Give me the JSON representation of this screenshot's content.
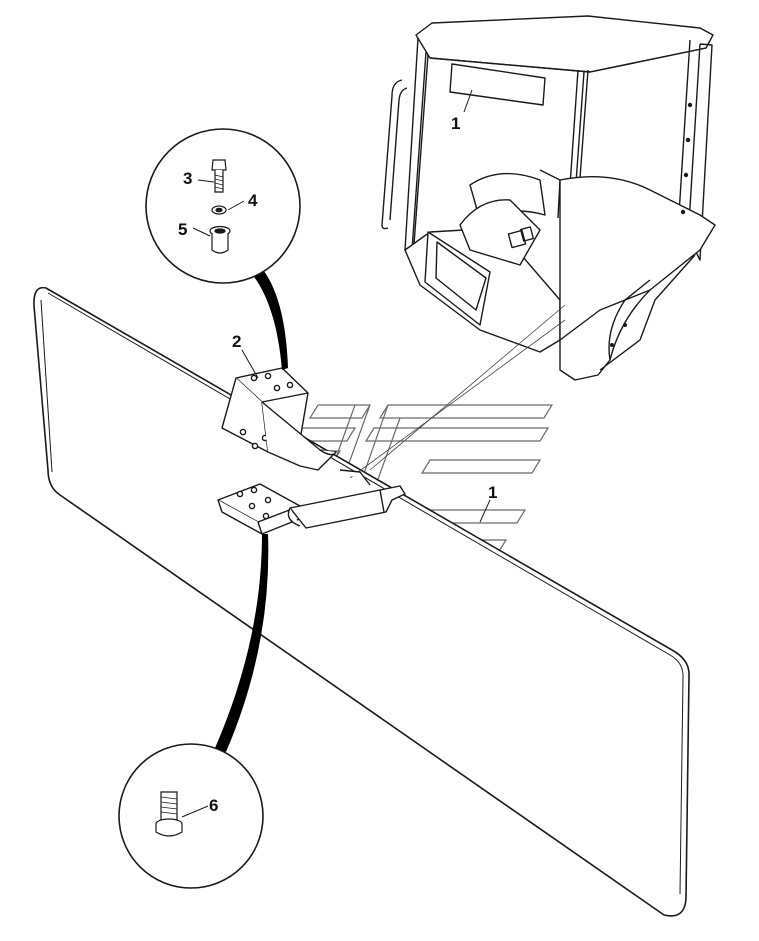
{
  "diagram": {
    "callouts": [
      {
        "id": "c1-cab",
        "text": "1"
      },
      {
        "id": "c2",
        "text": "2"
      },
      {
        "id": "c3",
        "text": "3"
      },
      {
        "id": "c4",
        "text": "4"
      },
      {
        "id": "c5",
        "text": "5"
      },
      {
        "id": "c6",
        "text": "6"
      },
      {
        "id": "c1-glass",
        "text": "1"
      }
    ],
    "colors": {
      "line": "#1a1a1a",
      "fill": "#ffffff",
      "watermark": "#6a6a6a",
      "leader_thick": "#000000"
    },
    "icons": [
      "cab-frame-icon",
      "glass-panel-icon",
      "hinge-bracket-icon",
      "bolt-icon",
      "washer-icon",
      "spacer-icon",
      "screw-icon",
      "watermark-logo-icon"
    ]
  }
}
